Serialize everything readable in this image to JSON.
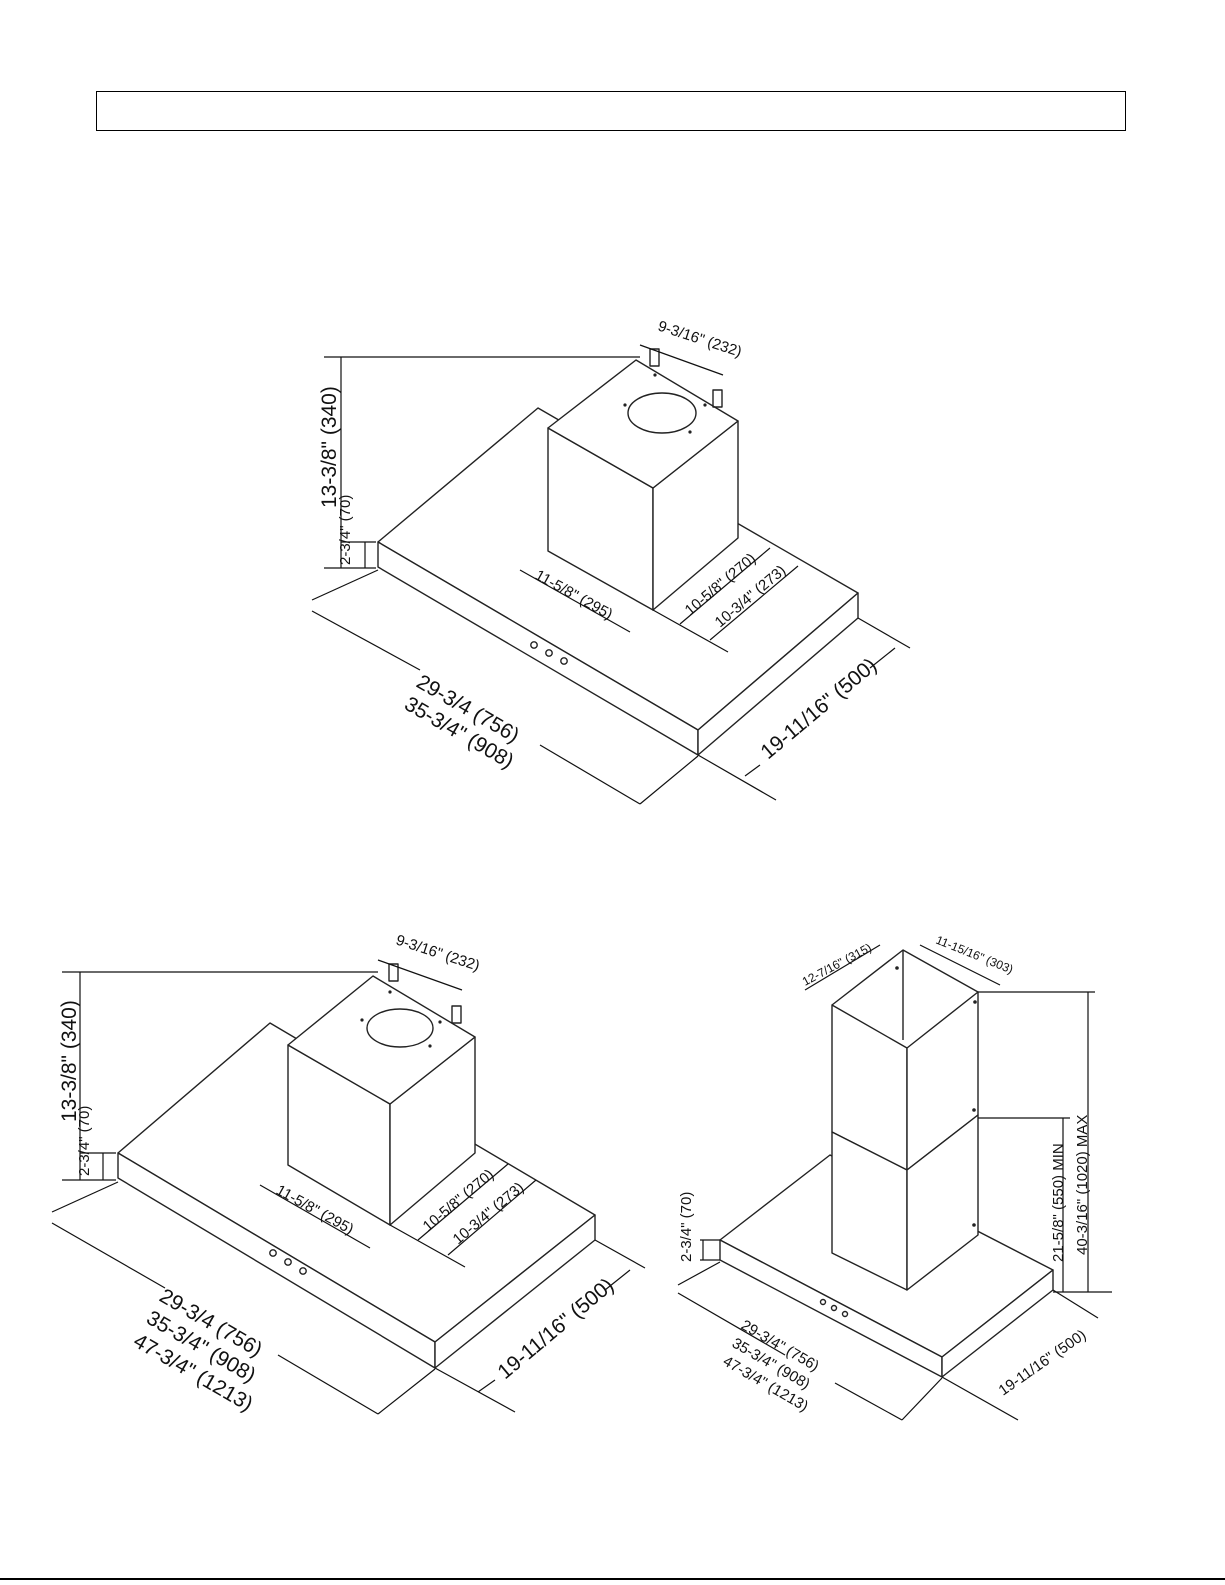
{
  "header": {
    "title": ""
  },
  "drawings": {
    "top": {
      "labels": {
        "bracket_spacing": "9-3/16\" (232)",
        "total_height": "13-3/8\" (340)",
        "canopy_height": "2-3/4\" (70)",
        "box_width": "11-5/8\" (295)",
        "box_depth_a": "10-5/8\" (270)",
        "box_depth_b": "10-3/4\" (273)",
        "width_a": "29-3/4 (756)",
        "width_b": "35-3/4\" (908)",
        "depth": "19-11/16\" (500)"
      }
    },
    "bottom_left": {
      "labels": {
        "bracket_spacing": "9-3/16\" (232)",
        "total_height": "13-3/8\" (340)",
        "canopy_height": "2-3/4\" (70)",
        "box_width": "11-5/8\" (295)",
        "box_depth_a": "10-5/8\" (270)",
        "box_depth_b": "10-3/4\" (273)",
        "width_a": "29-3/4 (756)",
        "width_b": "35-3/4\" (908)",
        "width_c": "47-3/4\" (1213)",
        "depth": "19-11/16\" (500)"
      }
    },
    "bottom_right": {
      "labels": {
        "chimney_width": "12-7/16\" (315)",
        "chimney_depth": "11-15/16\" (303)",
        "max_height": "40-3/16\" (1020) MAX",
        "min_height": "21-5/8\" (550) MIN",
        "canopy_height": "2-3/4\" (70)",
        "width_a": "29-3/4\" (756)",
        "width_b": "35-3/4\" (908)",
        "width_c": "47-3/4\" (1213)",
        "depth": "19-11/16\" (500)"
      }
    }
  }
}
